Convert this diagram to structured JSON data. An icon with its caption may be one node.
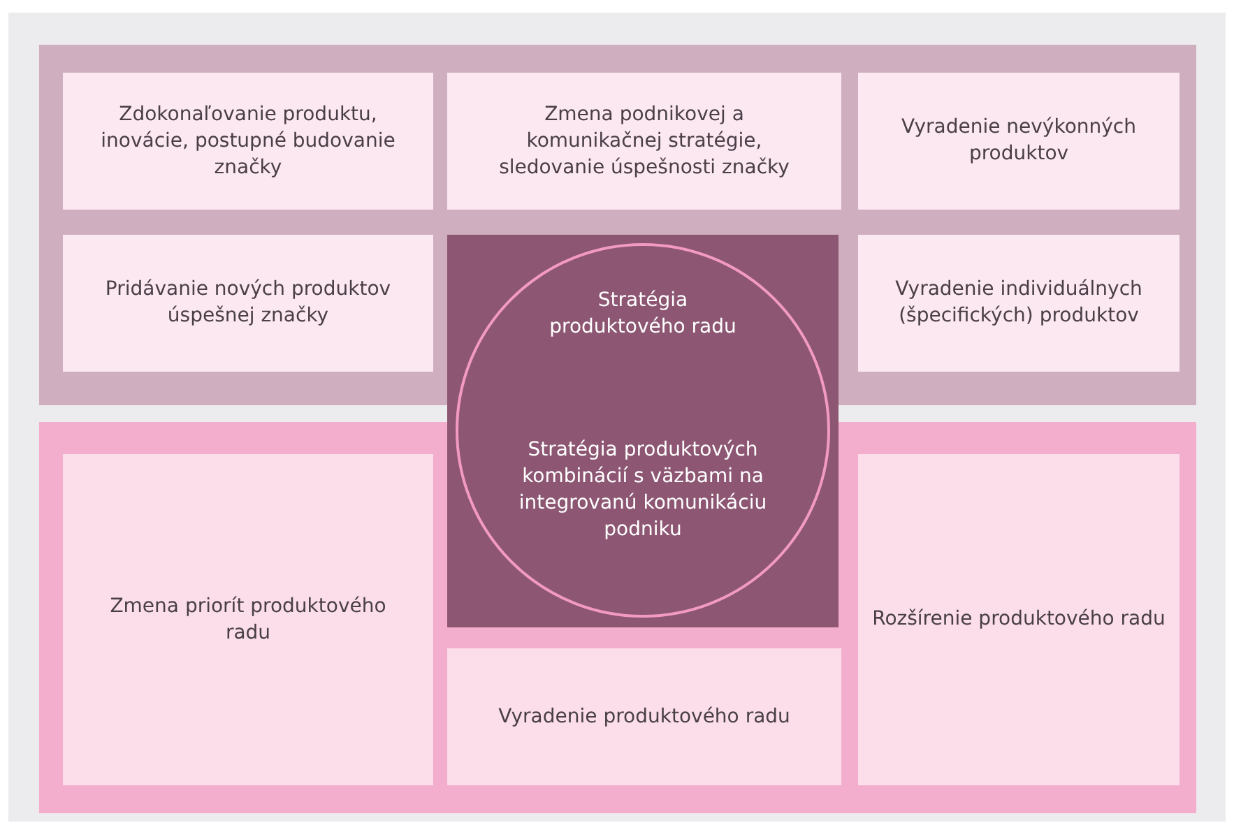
{
  "diagram": {
    "nodes": [
      {
        "text": [],
        "shape": "box"
      },
      {
        "text": [
          "Zdokonaľovanie produktu, inovácie, postupné budovanie značky"
        ],
        "in": 0
      },
      {
        "text": [
          "Zmena podnikovej a komunikačnej stratégie, sledovanie úspešnosti značky"
        ],
        "in": 0
      },
      {
        "text": [
          "Vyradenie nevýkonných produktov"
        ],
        "in": 0
      },
      {
        "text": [
          "Pridávanie nových produktov úspešnej značky"
        ],
        "in": 0
      },
      {
        "text": [
          "Stratégia produktového radu",
          "Stratégia produktových kombinácií s väzbami na integrovanú komunikáciu podniku"
        ]
      },
      {
        "text": [
          "Vyradenie individuálnych (špecifických) produktov"
        ],
        "in": 0
      },
      {
        "text": [],
        "shape": "box"
      },
      {
        "text": [
          "Zmena priorít produktového radu"
        ],
        "in": 7
      },
      {
        "text": [
          "Vyradenie produktového radu"
        ],
        "in": 7
      },
      {
        "text": [
          "Rozšírenie produktového radu"
        ],
        "in": 7
      }
    ]
  }
}
